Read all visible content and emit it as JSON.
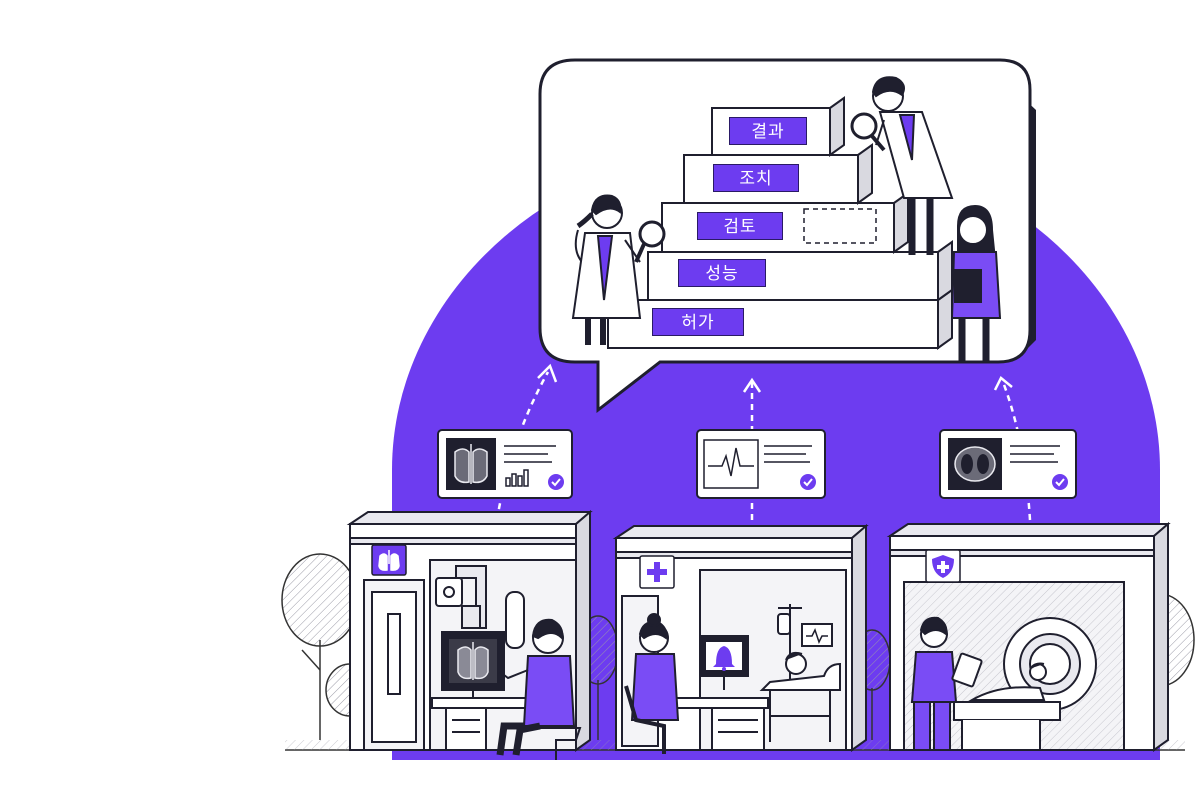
{
  "colors": {
    "accent": "#6d3cf0",
    "ink": "#1f1f2e",
    "paper": "#ffffff",
    "light_gray": "#e9e9ef"
  },
  "steps": [
    {
      "label": "결과"
    },
    {
      "label": "조치"
    },
    {
      "label": "검토"
    },
    {
      "label": "성능"
    },
    {
      "label": "허가"
    }
  ],
  "icons": {
    "booth_left": "lungs-icon",
    "booth_middle": "medical-cross-icon",
    "booth_right": "shield-icon",
    "card_left": "chest-xray-icon",
    "card_middle": "heartbeat-icon",
    "card_right": "ct-lung-scan-icon",
    "card_check": "check-circle-icon",
    "magnifier": "magnifying-glass-icon",
    "alert": "bell-icon"
  }
}
